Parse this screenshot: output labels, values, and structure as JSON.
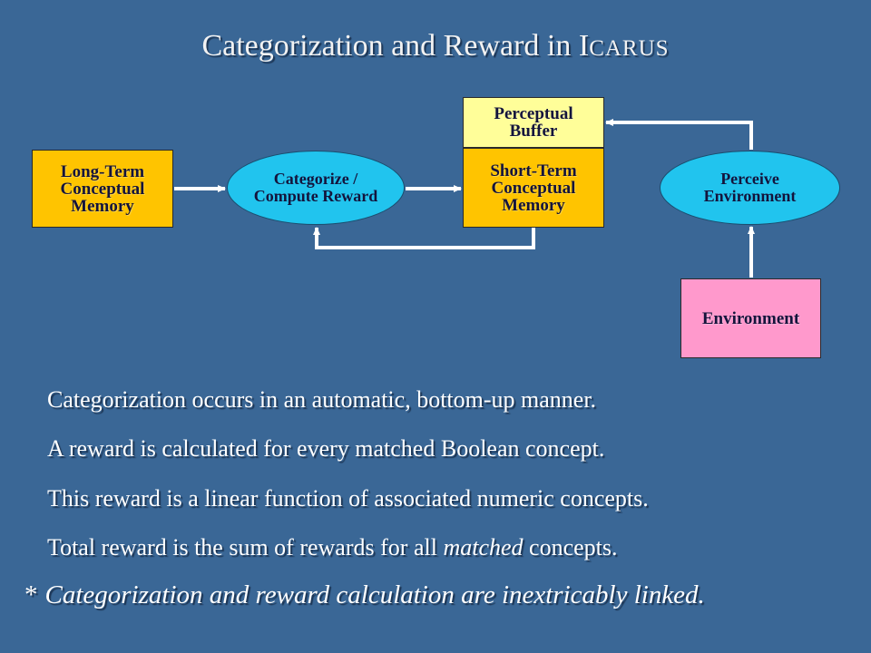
{
  "title": {
    "main": "Categorization and Reward in I",
    "smallcaps": "CARUS"
  },
  "diagram": {
    "long_term": "Long-Term\nConceptual\nMemory",
    "categorize": "Categorize /\nCompute Reward",
    "perceptual_buffer": "Perceptual\nBuffer",
    "short_term": "Short-Term\nConceptual\nMemory",
    "perceive": "Perceive\nEnvironment",
    "environment": "Environment",
    "colors": {
      "memory_box": "#ffc400",
      "buffer_box": "#fffe99",
      "process_oval": "#21c4ee",
      "environment_box": "#ff99cc",
      "background": "#3a6796"
    }
  },
  "bullets": {
    "b1": "Categorization occurs in an automatic, bottom-up manner.",
    "b2": "A reward is calculated for every matched Boolean concept.",
    "b3": "This reward is a linear function of associated numeric concepts.",
    "b4_pre": "Total reward is the sum of rewards for all ",
    "b4_em": "matched",
    "b4_post": " concepts."
  },
  "note": {
    "star": "*",
    "text": "Categorization and reward calculation are inextricably linked."
  }
}
